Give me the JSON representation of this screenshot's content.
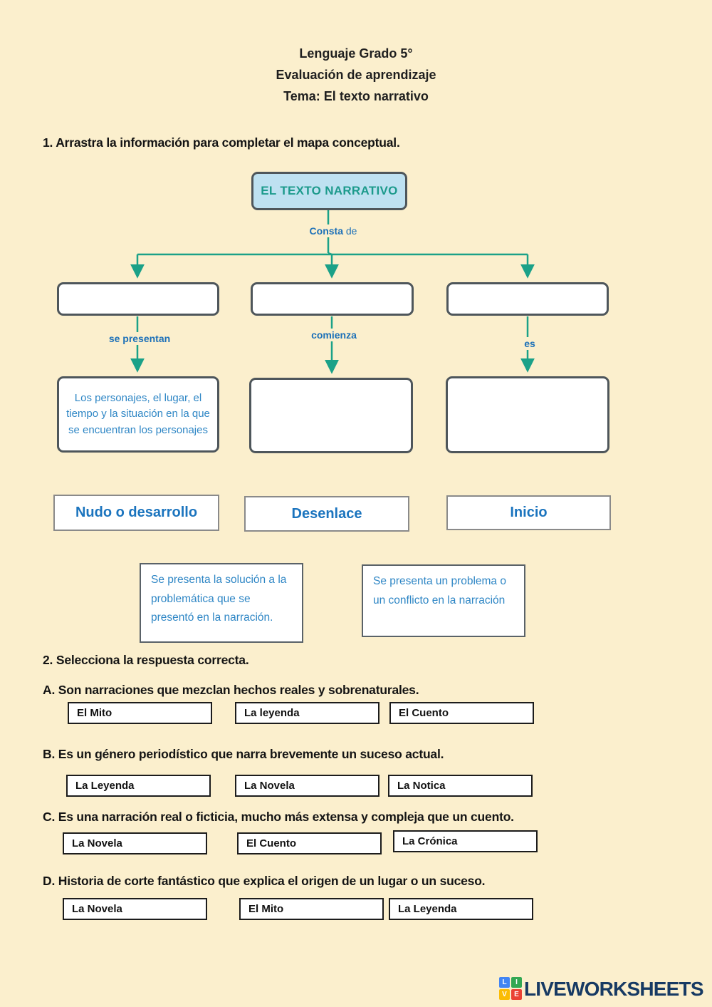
{
  "header": {
    "line1": "Lenguaje Grado 5°",
    "line2": "Evaluación de aprendizaje",
    "line3": "Tema: El texto narrativo"
  },
  "section1": {
    "title": "1. Arrastra la información para completar el mapa conceptual.",
    "map": {
      "root": "EL TEXTO NARRATIVO",
      "root_connector_bold": "Consta",
      "root_connector_rest": " de",
      "branches": [
        {
          "connector": "se presentan",
          "leaf_text": "Los personajes, el lugar, el tiempo y la situación en la que se encuentran los personajes"
        },
        {
          "connector": "comienza",
          "leaf_text": ""
        },
        {
          "connector": "es",
          "leaf_text": ""
        }
      ]
    },
    "draggables": [
      "Nudo o desarrollo",
      "Desenlace",
      "Inicio"
    ],
    "drag_descriptions": [
      "Se presenta la solución a la problemática que se presentó en la narración.",
      "Se presenta un problema o un conflicto en la narración"
    ]
  },
  "section2": {
    "title": "2. Selecciona la respuesta correcta.",
    "questions": [
      {
        "label": "A. Son narraciones que mezclan hechos reales y sobrenaturales.",
        "options": [
          "El Mito",
          "La leyenda",
          "El Cuento"
        ]
      },
      {
        "label": "B. Es un género periodístico que narra brevemente un suceso actual.",
        "options": [
          "La Leyenda",
          "La Novela",
          "La Notica"
        ]
      },
      {
        "label": "C. Es una narración real o ficticia, mucho más extensa y compleja que un cuento.",
        "options": [
          "La Novela",
          "El Cuento",
          "La Crónica"
        ]
      },
      {
        "label": "D. Historia de corte fantástico que explica el origen de un lugar o un suceso.",
        "options": [
          "La Novela",
          "El Mito",
          "La Leyenda"
        ]
      }
    ]
  },
  "footer": {
    "brand": "LIVEWORKSHEETS",
    "logo_letters": [
      "L",
      "I",
      "V",
      "E"
    ]
  },
  "colors": {
    "background": "#FBEFCD",
    "map_line": "#1BA188",
    "root_fill": "#BEE1F1",
    "root_text": "#1C9A8C",
    "box_border": "#4E565B",
    "connector_label": "#1C70B8",
    "drag_text": "#1B74BE",
    "desc_text": "#2E86C5",
    "brand_navy": "#173A63",
    "logo_colors": [
      "#4285F4",
      "#34A853",
      "#FBBC05",
      "#EA4335"
    ]
  }
}
